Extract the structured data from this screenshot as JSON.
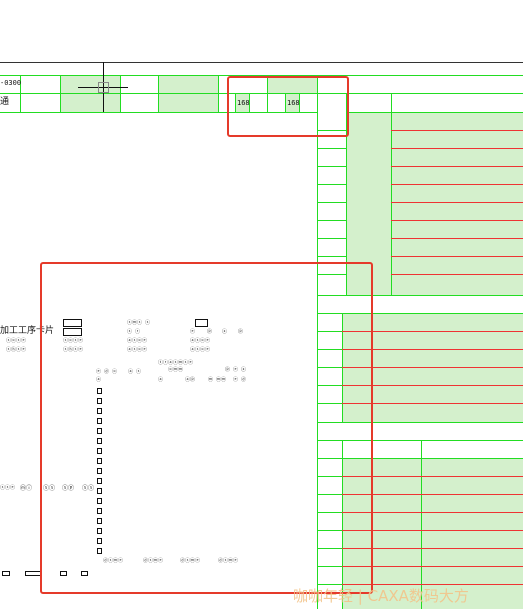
{
  "colors": {
    "grid_line": "#22dd22",
    "table_row_line": "#ee3333",
    "cell_fill": "#d4f0cc",
    "highlight": "#e53a2a",
    "ink": "#111111"
  },
  "top_strip": {
    "row1_label": "-0300",
    "row2_label": "通",
    "cell_value_1": "168",
    "cell_value_2": "168"
  },
  "cursor": {
    "icon": "crosshair-icon"
  },
  "form_sheet": {
    "title": "加工工序卡片",
    "header_fields": [
      {
        "label": "ⓢⓞⓢⓔ"
      },
      {
        "label": "ⓢⓗⓢⓔ"
      }
    ],
    "mid_fields": [
      {
        "label": "ⓢⓜⓢ ⓢ",
        "value": "ⓢ ⓡ"
      },
      {
        "label": "ⓐⓢⓞⓔ",
        "value": "ⓐⓢⓞⓔ"
      }
    ],
    "right_fields": [
      "ⓔ",
      "ⓟ",
      "ⓧ",
      "ⓟ"
    ],
    "process_header": "ⓣⓡⓐⓢⓜⓢⓔ",
    "column_headers": [
      "ⓔ ⓓ ⓞ",
      "ⓐ ⓢ",
      "ⓞⓜⓜ",
      "ⓟ ⓔ ⓧ"
    ],
    "sub_headers": [
      "ⓐ",
      "ⓐ",
      "ⓐⓟ",
      "ⓜ ⓜⓜ",
      "ⓔ ⓓ"
    ],
    "footer_labels": [
      "ⓓⓢⓜⓔ",
      "ⓓⓢⓜⓔ",
      "ⓓⓢⓜⓔ",
      "ⓓⓢⓜⓔ"
    ],
    "left_side_labels": [
      "ⓢⓢⓔ",
      "ⓜⓘ",
      "ⓢⓢ",
      "ⓢⓟ"
    ]
  },
  "watermark": {
    "text": "咖咖年轻 | CAXA数码大方"
  }
}
